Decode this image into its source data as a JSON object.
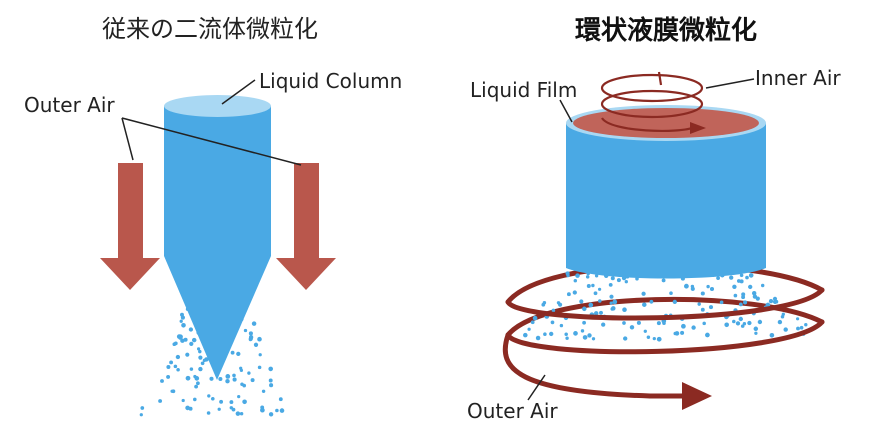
{
  "left_panel": {
    "title": "従来の二流体微粒化",
    "liquid_label": "Liquid Column",
    "air_label": "Outer Air"
  },
  "right_panel": {
    "title": "環状液膜微粒化",
    "liquid_label": "Liquid Film",
    "inner_air_label": "Inner Air",
    "outer_air_label": "Outer Air"
  },
  "colors": {
    "liquid": "#4aa9e4",
    "liquid_top": "#a9d8f3",
    "air_arrow": "#b9574c",
    "air_swirl": "#8b2a22",
    "film_top": "#c0645a",
    "droplet": "#4aa9e4",
    "text": "#222222"
  }
}
